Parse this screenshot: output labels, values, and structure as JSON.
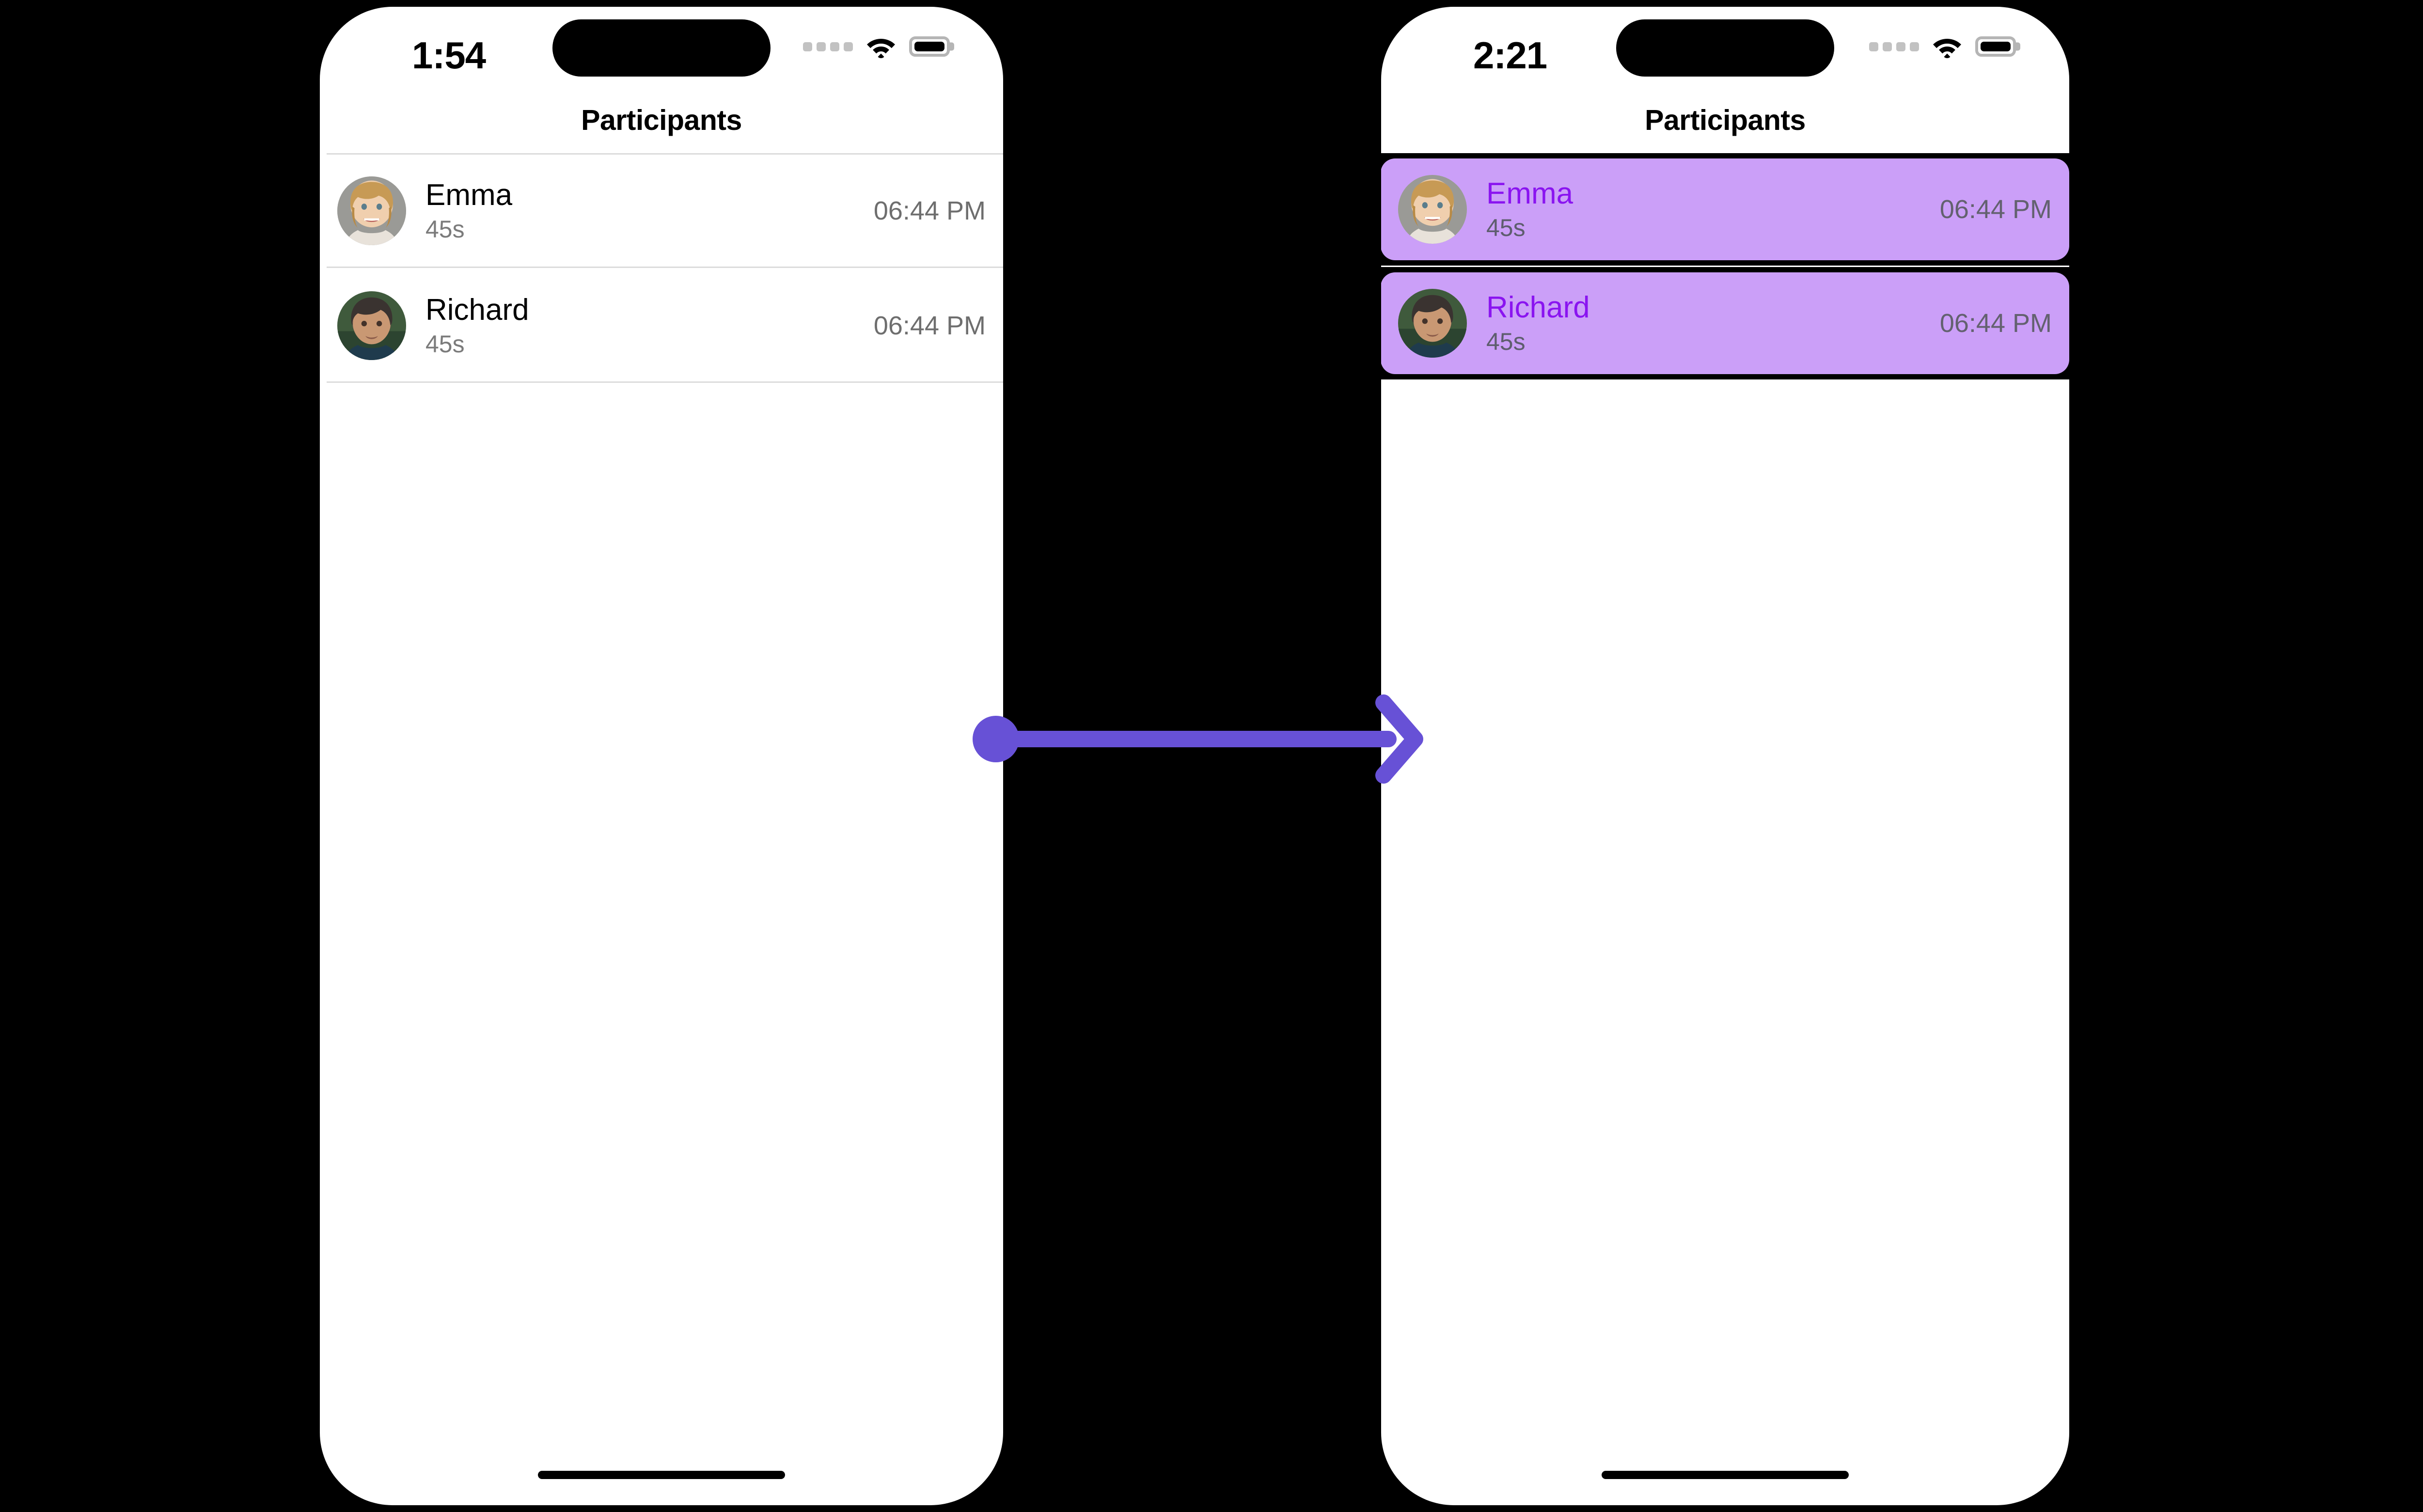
{
  "annotation": {
    "arrow_color": "#6751D6",
    "type": "action-arrow",
    "direction": "left-to-right"
  },
  "phones": [
    {
      "id": "before",
      "status_bar": {
        "time": "1:54",
        "signal_icon": "cellular-dots-icon",
        "wifi_icon": "wifi-icon",
        "battery_icon": "battery-icon"
      },
      "nav": {
        "title": "Participants"
      },
      "rows": [
        {
          "name": "Emma",
          "duration": "45s",
          "time": "06:44 PM",
          "avatar": "emma-avatar",
          "selected": false
        },
        {
          "name": "Richard",
          "duration": "45s",
          "time": "06:44 PM",
          "avatar": "richard-avatar",
          "selected": false
        }
      ],
      "home_indicator": "home-indicator"
    },
    {
      "id": "after",
      "status_bar": {
        "time": "2:21",
        "signal_icon": "cellular-dots-icon",
        "wifi_icon": "wifi-icon",
        "battery_icon": "battery-icon"
      },
      "nav": {
        "title": "Participants"
      },
      "rows": [
        {
          "name": "Emma",
          "duration": "45s",
          "time": "06:44 PM",
          "avatar": "emma-avatar",
          "selected": true
        },
        {
          "name": "Richard",
          "duration": "45s",
          "time": "06:44 PM",
          "avatar": "richard-avatar",
          "selected": true
        }
      ],
      "home_indicator": "home-indicator"
    }
  ],
  "colors": {
    "highlight_bg": "#CB9FF8",
    "highlight_name": "#8A14F0",
    "highlight_outline": "#000000",
    "row_name": "#000000",
    "row_sub": "#7B7B7B",
    "row_time": "#6E6E6E",
    "separator": "#DCDCDC",
    "canvas": "#000000",
    "screen": "#FFFFFF"
  }
}
